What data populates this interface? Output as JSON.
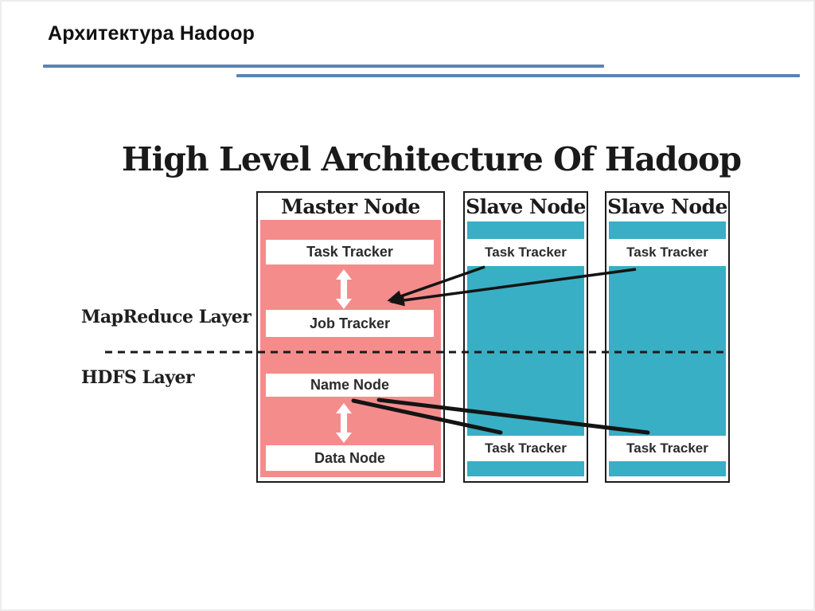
{
  "slide": {
    "title": "Архитектура Hadoop"
  },
  "diagram": {
    "title": "High Level Architecture Of Hadoop",
    "layer_labels": {
      "mapreduce": "MapReduce Layer",
      "hdfs": "HDFS Layer"
    },
    "nodes": {
      "master": {
        "title": "Master Node",
        "components": [
          "Task Tracker",
          "Job Tracker",
          "Name Node",
          "Data Node"
        ]
      },
      "slave1": {
        "title": "Slave Node",
        "components": [
          "Task Tracker",
          "Task Tracker"
        ]
      },
      "slave2": {
        "title": "Slave Node",
        "components": [
          "Task Tracker",
          "Task Tracker"
        ]
      }
    },
    "colors": {
      "master_fill": "#F58C8C",
      "slave_fill": "#38AFC4",
      "accent_line": "#5D82B5",
      "connector": "#141414"
    }
  }
}
